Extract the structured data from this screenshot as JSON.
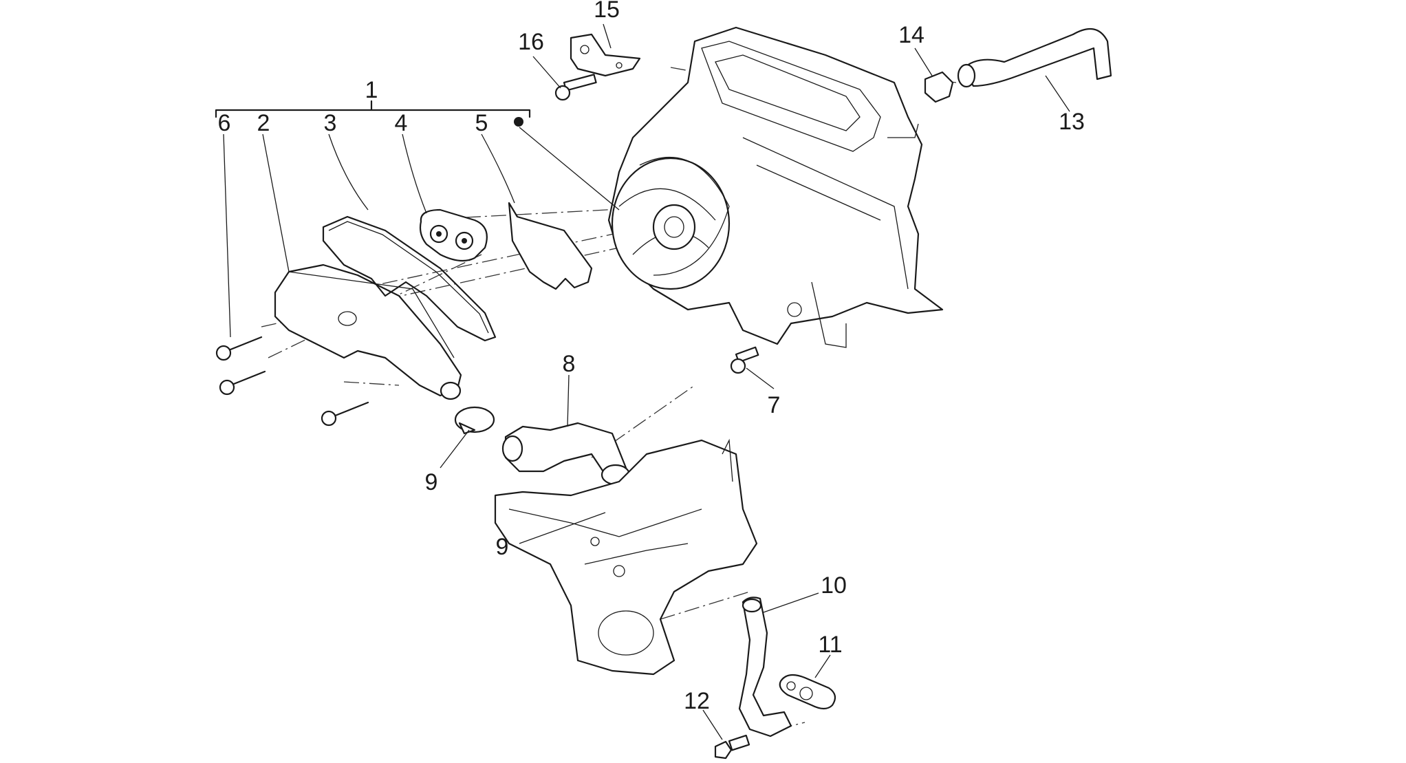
{
  "callouts": [
    {
      "key": "p1",
      "text": "1"
    },
    {
      "key": "p2",
      "text": "2"
    },
    {
      "key": "p3",
      "text": "3"
    },
    {
      "key": "p4",
      "text": "4"
    },
    {
      "key": "p5",
      "text": "5"
    },
    {
      "key": "p6",
      "text": "6"
    },
    {
      "key": "p7",
      "text": "7"
    },
    {
      "key": "p8",
      "text": "8"
    },
    {
      "key": "p9a",
      "text": "9"
    },
    {
      "key": "p9b",
      "text": "9"
    },
    {
      "key": "p10",
      "text": "10"
    },
    {
      "key": "p11",
      "text": "11"
    },
    {
      "key": "p12",
      "text": "12"
    },
    {
      "key": "p13",
      "text": "13"
    },
    {
      "key": "p14",
      "text": "14"
    },
    {
      "key": "p15",
      "text": "15"
    },
    {
      "key": "p16",
      "text": "16"
    }
  ]
}
